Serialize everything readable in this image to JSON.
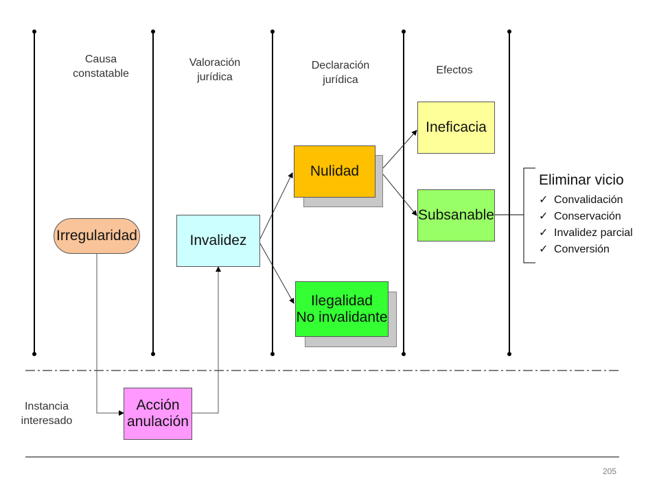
{
  "columns": {
    "causa": "Causa\nconstatable",
    "valoracion": "Valoración\njurídica",
    "declaracion": "Declaración\njurídica",
    "efectos": "Efectos"
  },
  "nodes": {
    "irregularidad": "Irregularidad",
    "invalidez": "Invalidez",
    "nulidad": "Nulidad",
    "ilegalidad": "Ilegalidad\nNo invalidante",
    "ineficacia": "Ineficacia",
    "subsanable": "Subsanable",
    "accion": "Acción\nanulación"
  },
  "side_label": "Instancia\ninteresado",
  "remedies": {
    "title": "Eliminar vicio",
    "check_glyph": "✓",
    "items": [
      "Convalidación",
      "Conservación",
      "Invalidez parcial",
      "Conversión"
    ]
  },
  "page_number": "205",
  "colors": {
    "irregularidad": "#f9c499",
    "invalidez": "#ccffff",
    "nulidad": "#ffc000",
    "ilegalidad": "#33ff33",
    "ineficacia": "#ffff99",
    "subsanable": "#99ff66",
    "accion": "#ff99ff"
  }
}
